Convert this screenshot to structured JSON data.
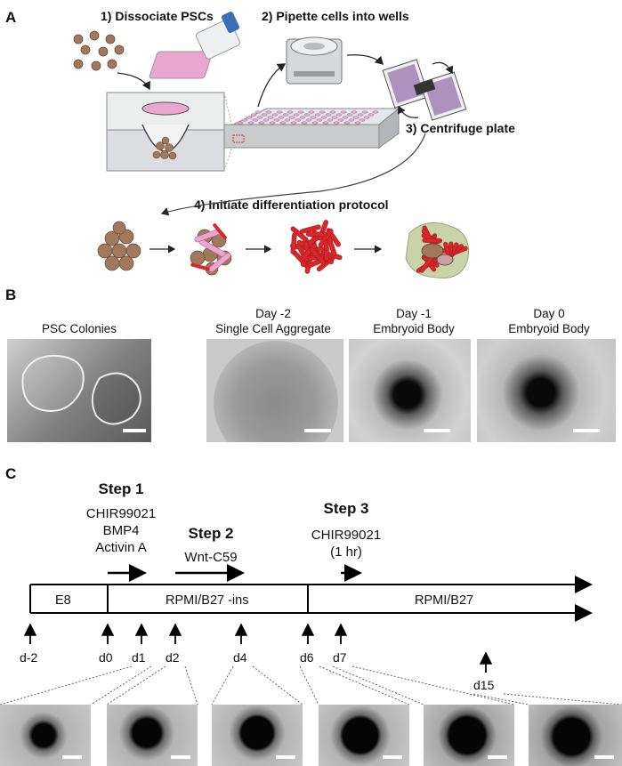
{
  "panels": {
    "a": "A",
    "b": "B",
    "c": "C"
  },
  "panel_a": {
    "step1": "1) Dissociate PSCs",
    "step2": "2) Pipette cells into wells",
    "step3": "3) Centrifuge plate",
    "step4": "4) Initiate differentiation protocol"
  },
  "panel_b": {
    "captions": [
      [
        "PSC Colonies",
        ""
      ],
      [
        "Day -2",
        "Single Cell Aggregate"
      ],
      [
        "Day -1",
        "Embryoid Body"
      ],
      [
        "Day 0",
        "Embryoid Body"
      ]
    ]
  },
  "panel_c": {
    "step1": {
      "title": "Step 1",
      "reagents": [
        "CHIR99021",
        "BMP4",
        "Activin A"
      ]
    },
    "step2": {
      "title": "Step 2",
      "reagents": [
        "Wnt-C59"
      ]
    },
    "step3": {
      "title": "Step 3",
      "reagents": [
        "CHIR99021",
        "(1 hr)"
      ]
    },
    "media": [
      "E8",
      "RPMI/B27 -ins",
      "RPMI/B27"
    ],
    "days": [
      "d-2",
      "d0",
      "d1",
      "d2",
      "d4",
      "d6",
      "d7",
      "d15"
    ]
  },
  "colors": {
    "cell": "#a0785c",
    "pink": "#e9a6cf",
    "red": "#d8262a",
    "plate": "#c9cacc"
  }
}
